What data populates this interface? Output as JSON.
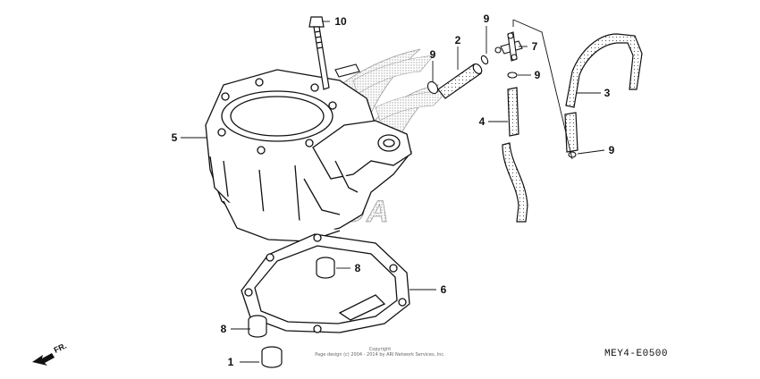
{
  "diagram": {
    "callouts": {
      "c1": "1",
      "c2": "2",
      "c3": "3",
      "c4": "4",
      "c5": "5",
      "c6": "6",
      "c7": "7",
      "c8a": "8",
      "c8b": "8",
      "c9a": "9",
      "c9b": "9",
      "c9c": "9",
      "c9d": "9",
      "c10": "10"
    },
    "watermark_logo_text": "HONDA",
    "front_arrow_label": "FR.",
    "diagram_code": "MEY4-E0500",
    "copyright_line1": "Copyright",
    "copyright_line2": "Page design (c) 2004 - 2014 by ARI Network Services, Inc."
  },
  "colors": {
    "line": "#111111",
    "watermark": "#9a9a9a"
  }
}
